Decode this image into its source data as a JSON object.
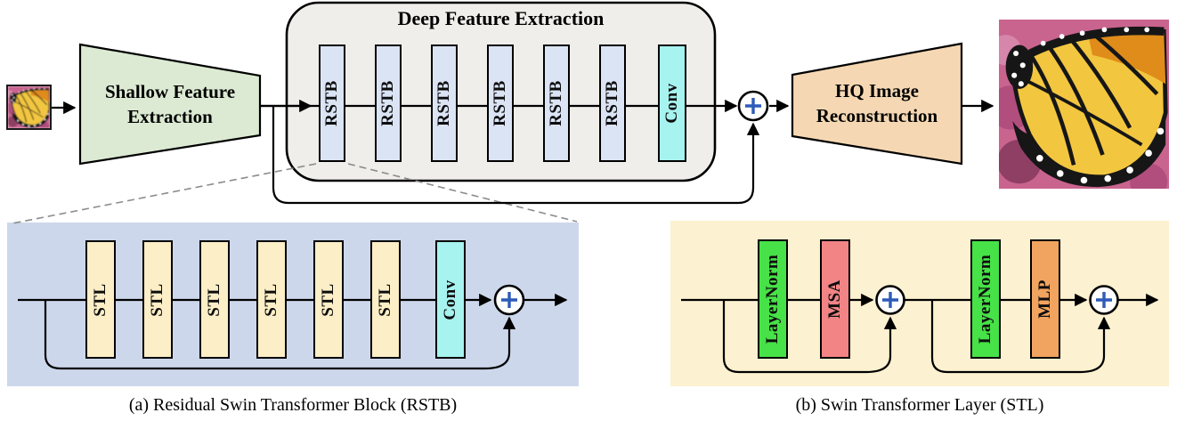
{
  "top": {
    "shallow": {
      "line1": "Shallow Feature",
      "line2": "Extraction"
    },
    "deep": {
      "title": "Deep Feature Extraction",
      "blocks": [
        "RSTB",
        "RSTB",
        "RSTB",
        "RSTB",
        "RSTB",
        "RSTB"
      ],
      "conv": "Conv"
    },
    "hq": {
      "line1": "HQ Image",
      "line2": "Reconstruction"
    }
  },
  "panel_a": {
    "caption": "(a) Residual Swin Transformer Block (RSTB)",
    "blocks": [
      "STL",
      "STL",
      "STL",
      "STL",
      "STL",
      "STL"
    ],
    "conv": "Conv"
  },
  "panel_b": {
    "caption": "(b) Swin Transformer Layer (STL)",
    "blocks": [
      "LayerNorm",
      "MSA",
      "LayerNorm",
      "MLP"
    ]
  },
  "colors": {
    "shallow_fill": "#dcead3",
    "deep_box_fill": "#efeeeb",
    "rstb_fill": "#dbe4f4",
    "conv_fill": "#a7f3f0",
    "panel_a_bg": "#cdd7eb",
    "stl_fill": "#fceec6",
    "panel_b_bg": "#fcf1d0",
    "layernorm_fill": "#47e247",
    "msa_fill": "#f28486",
    "mlp_fill": "#f1a45f",
    "hq_fill": "#f5d8b3",
    "plus_color": "#2d5bb8",
    "line_color": "#000000",
    "dashed_color": "#8c8c8c"
  }
}
